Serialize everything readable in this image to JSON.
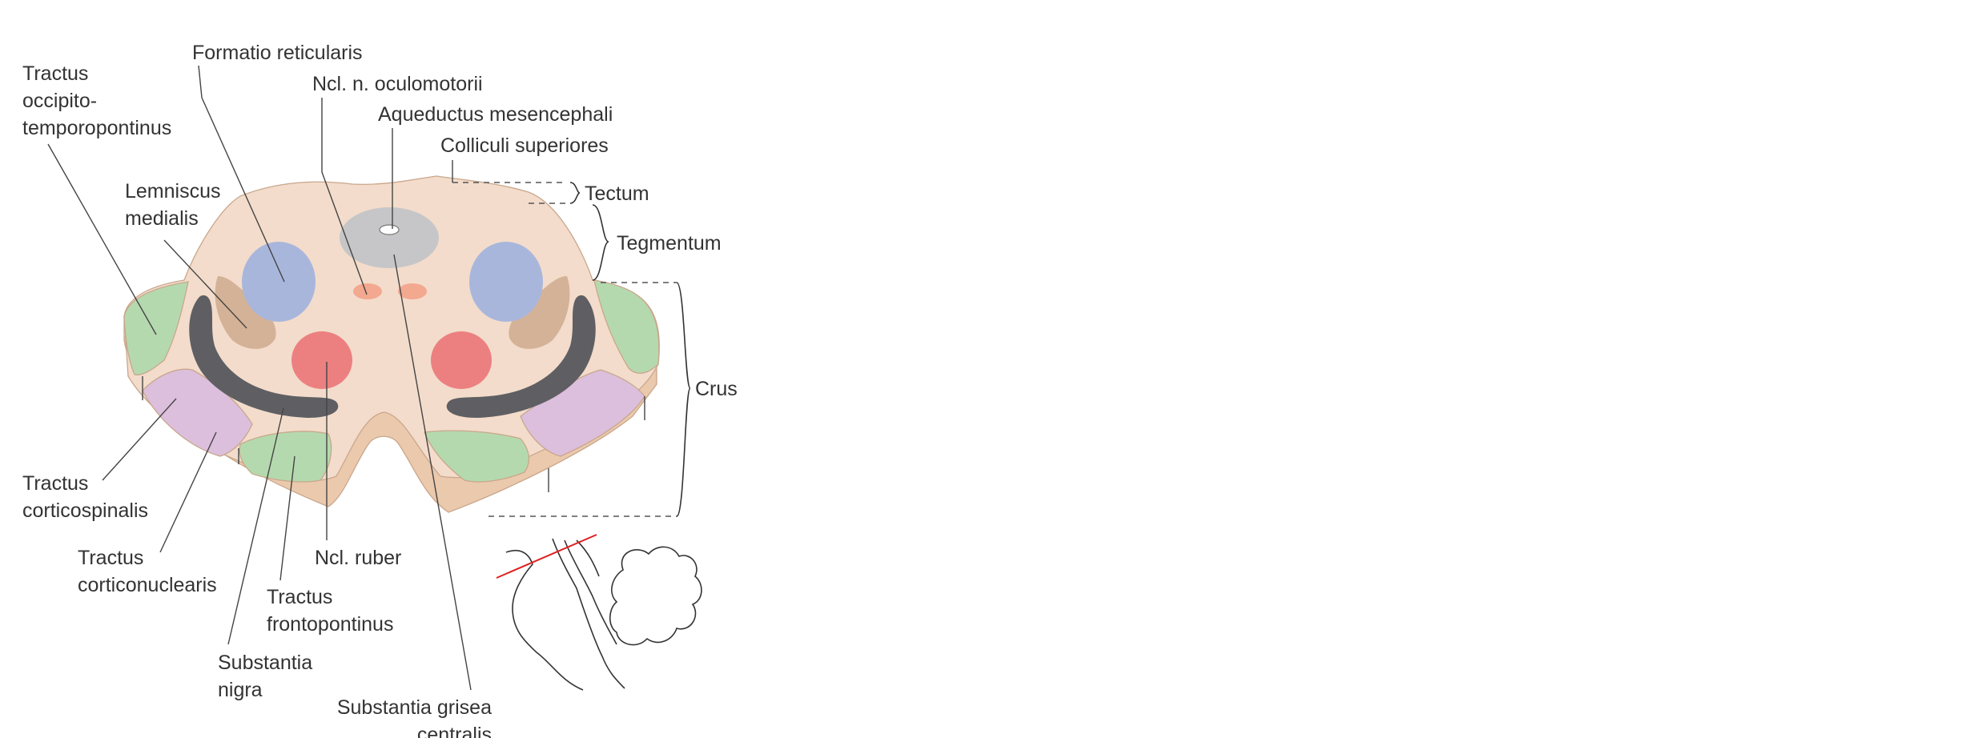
{
  "labels": {
    "tractus_occipitotemporopontinus": [
      "Tractus",
      "occipito-",
      "temporopontinus"
    ],
    "formatio_reticularis": "Formatio reticularis",
    "ncl_n_oculomotorii": "Ncl. n. oculomotorii",
    "aqueductus_mesencephali": "Aqueductus mesencephali",
    "colliculi_superiores": "Colliculi superiores",
    "lemniscus_medialis": [
      "Lemniscus",
      "medialis"
    ],
    "tractus_corticospinalis": [
      "Tractus",
      "corticospinalis"
    ],
    "tractus_corticonuclearis": [
      "Tractus",
      "corticonuclearis"
    ],
    "ncl_ruber": "Ncl. ruber",
    "tractus_frontopontinus": [
      "Tractus",
      "frontopontinus"
    ],
    "substantia_nigra": [
      "Substantia",
      "nigra"
    ],
    "substantia_grisea_centralis": [
      "Substantia grisea",
      "centralis"
    ]
  },
  "regions": {
    "tectum": "Tectum",
    "tegmentum": "Tegmentum",
    "crus": "Crus"
  },
  "colors": {
    "tissue": "#f3dccb",
    "tissue_side": "#ebc9ad",
    "formatio_reticularis": "#a9b6dc",
    "lemniscus_medialis": "#d4b297",
    "ncl_ruber": "#ec8080",
    "substantia_nigra": "#5f5f63",
    "grey_matter": "#c6c6c8",
    "ncl_n_oculomotorii": "#f3a890",
    "pontine_tracts": "#b5d9ae",
    "tractus_corticospinalis": "#dcbfdc",
    "section_line": "#e02020"
  }
}
